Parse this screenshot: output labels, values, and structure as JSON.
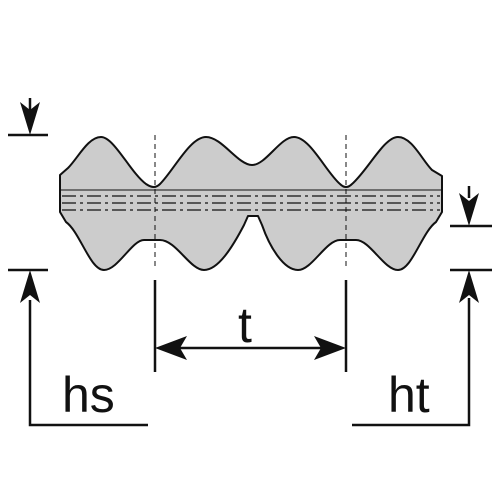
{
  "diagram": {
    "labels": {
      "pitch": "t",
      "belt_height": "hs",
      "tooth_height": "ht"
    },
    "colors": {
      "belt_fill": "#cccccc",
      "outline": "#111111",
      "background": "#ffffff"
    }
  }
}
